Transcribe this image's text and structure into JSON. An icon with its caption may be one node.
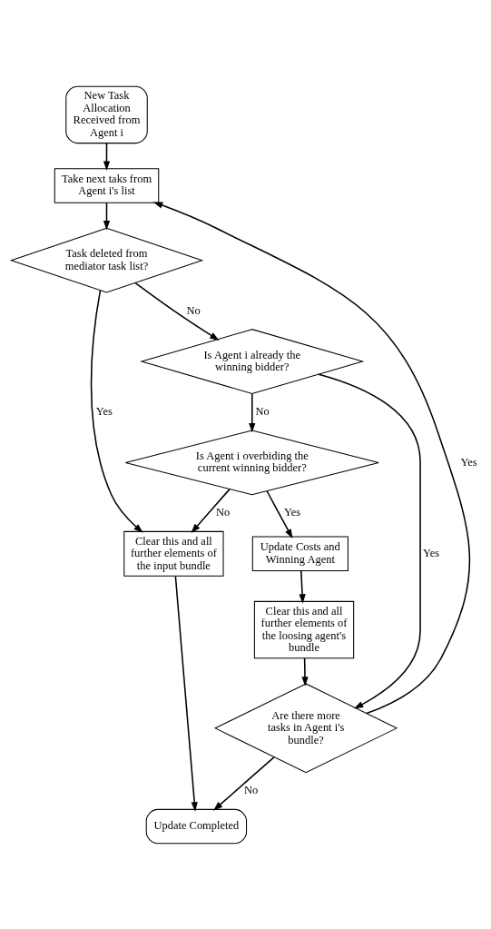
{
  "diagram": {
    "nodes": [
      {
        "text": [
          "New Task Allocation Received from Agent i"
        ]
      },
      {
        "text": [
          "Take next taks from Agent i's list"
        ]
      },
      {
        "text": [
          "Task deleted from mediator task list?"
        ]
      },
      {
        "text": [
          "Is Agent i already the winning bidder?"
        ]
      },
      {
        "text": [
          "Is Agent i overbiding the current winning bidder?"
        ]
      },
      {
        "text": [
          "Clear this and all further elements of the input bundle"
        ]
      },
      {
        "text": [
          "Update Costs and Winning Agent"
        ]
      },
      {
        "text": [
          "Clear this and all further elements of the loosing agent's bundle"
        ]
      },
      {
        "text": [
          "Are there more tasks in Agent i's bundle?"
        ]
      },
      {
        "text": [
          "Update Completed"
        ]
      }
    ],
    "edges": [
      {
        "from": 0,
        "to": 1,
        "arrow": "to"
      },
      {
        "from": 1,
        "to": 2,
        "arrow": "to"
      },
      {
        "from": 2,
        "to": 3,
        "arrow": "to",
        "label": "No"
      },
      {
        "from": 2,
        "to": 5,
        "arrow": "to",
        "label": "Yes"
      },
      {
        "from": 3,
        "to": 8,
        "arrow": "to",
        "label": "Yes"
      },
      {
        "from": 3,
        "to": 4,
        "arrow": "to",
        "label": "No"
      },
      {
        "from": 4,
        "to": 5,
        "arrow": "to",
        "label": "No"
      },
      {
        "from": 4,
        "to": 6,
        "arrow": "to",
        "label": "Yes"
      },
      {
        "from": 6,
        "to": 7,
        "arrow": "to"
      },
      {
        "from": 7,
        "to": 8,
        "arrow": "to"
      },
      {
        "from": 8,
        "to": 9,
        "arrow": "to",
        "label": "No"
      },
      {
        "from": 5,
        "to": 9,
        "arrow": "to"
      },
      {
        "from": 8,
        "to": 1,
        "arrow": "to",
        "label": "Yes"
      }
    ]
  }
}
